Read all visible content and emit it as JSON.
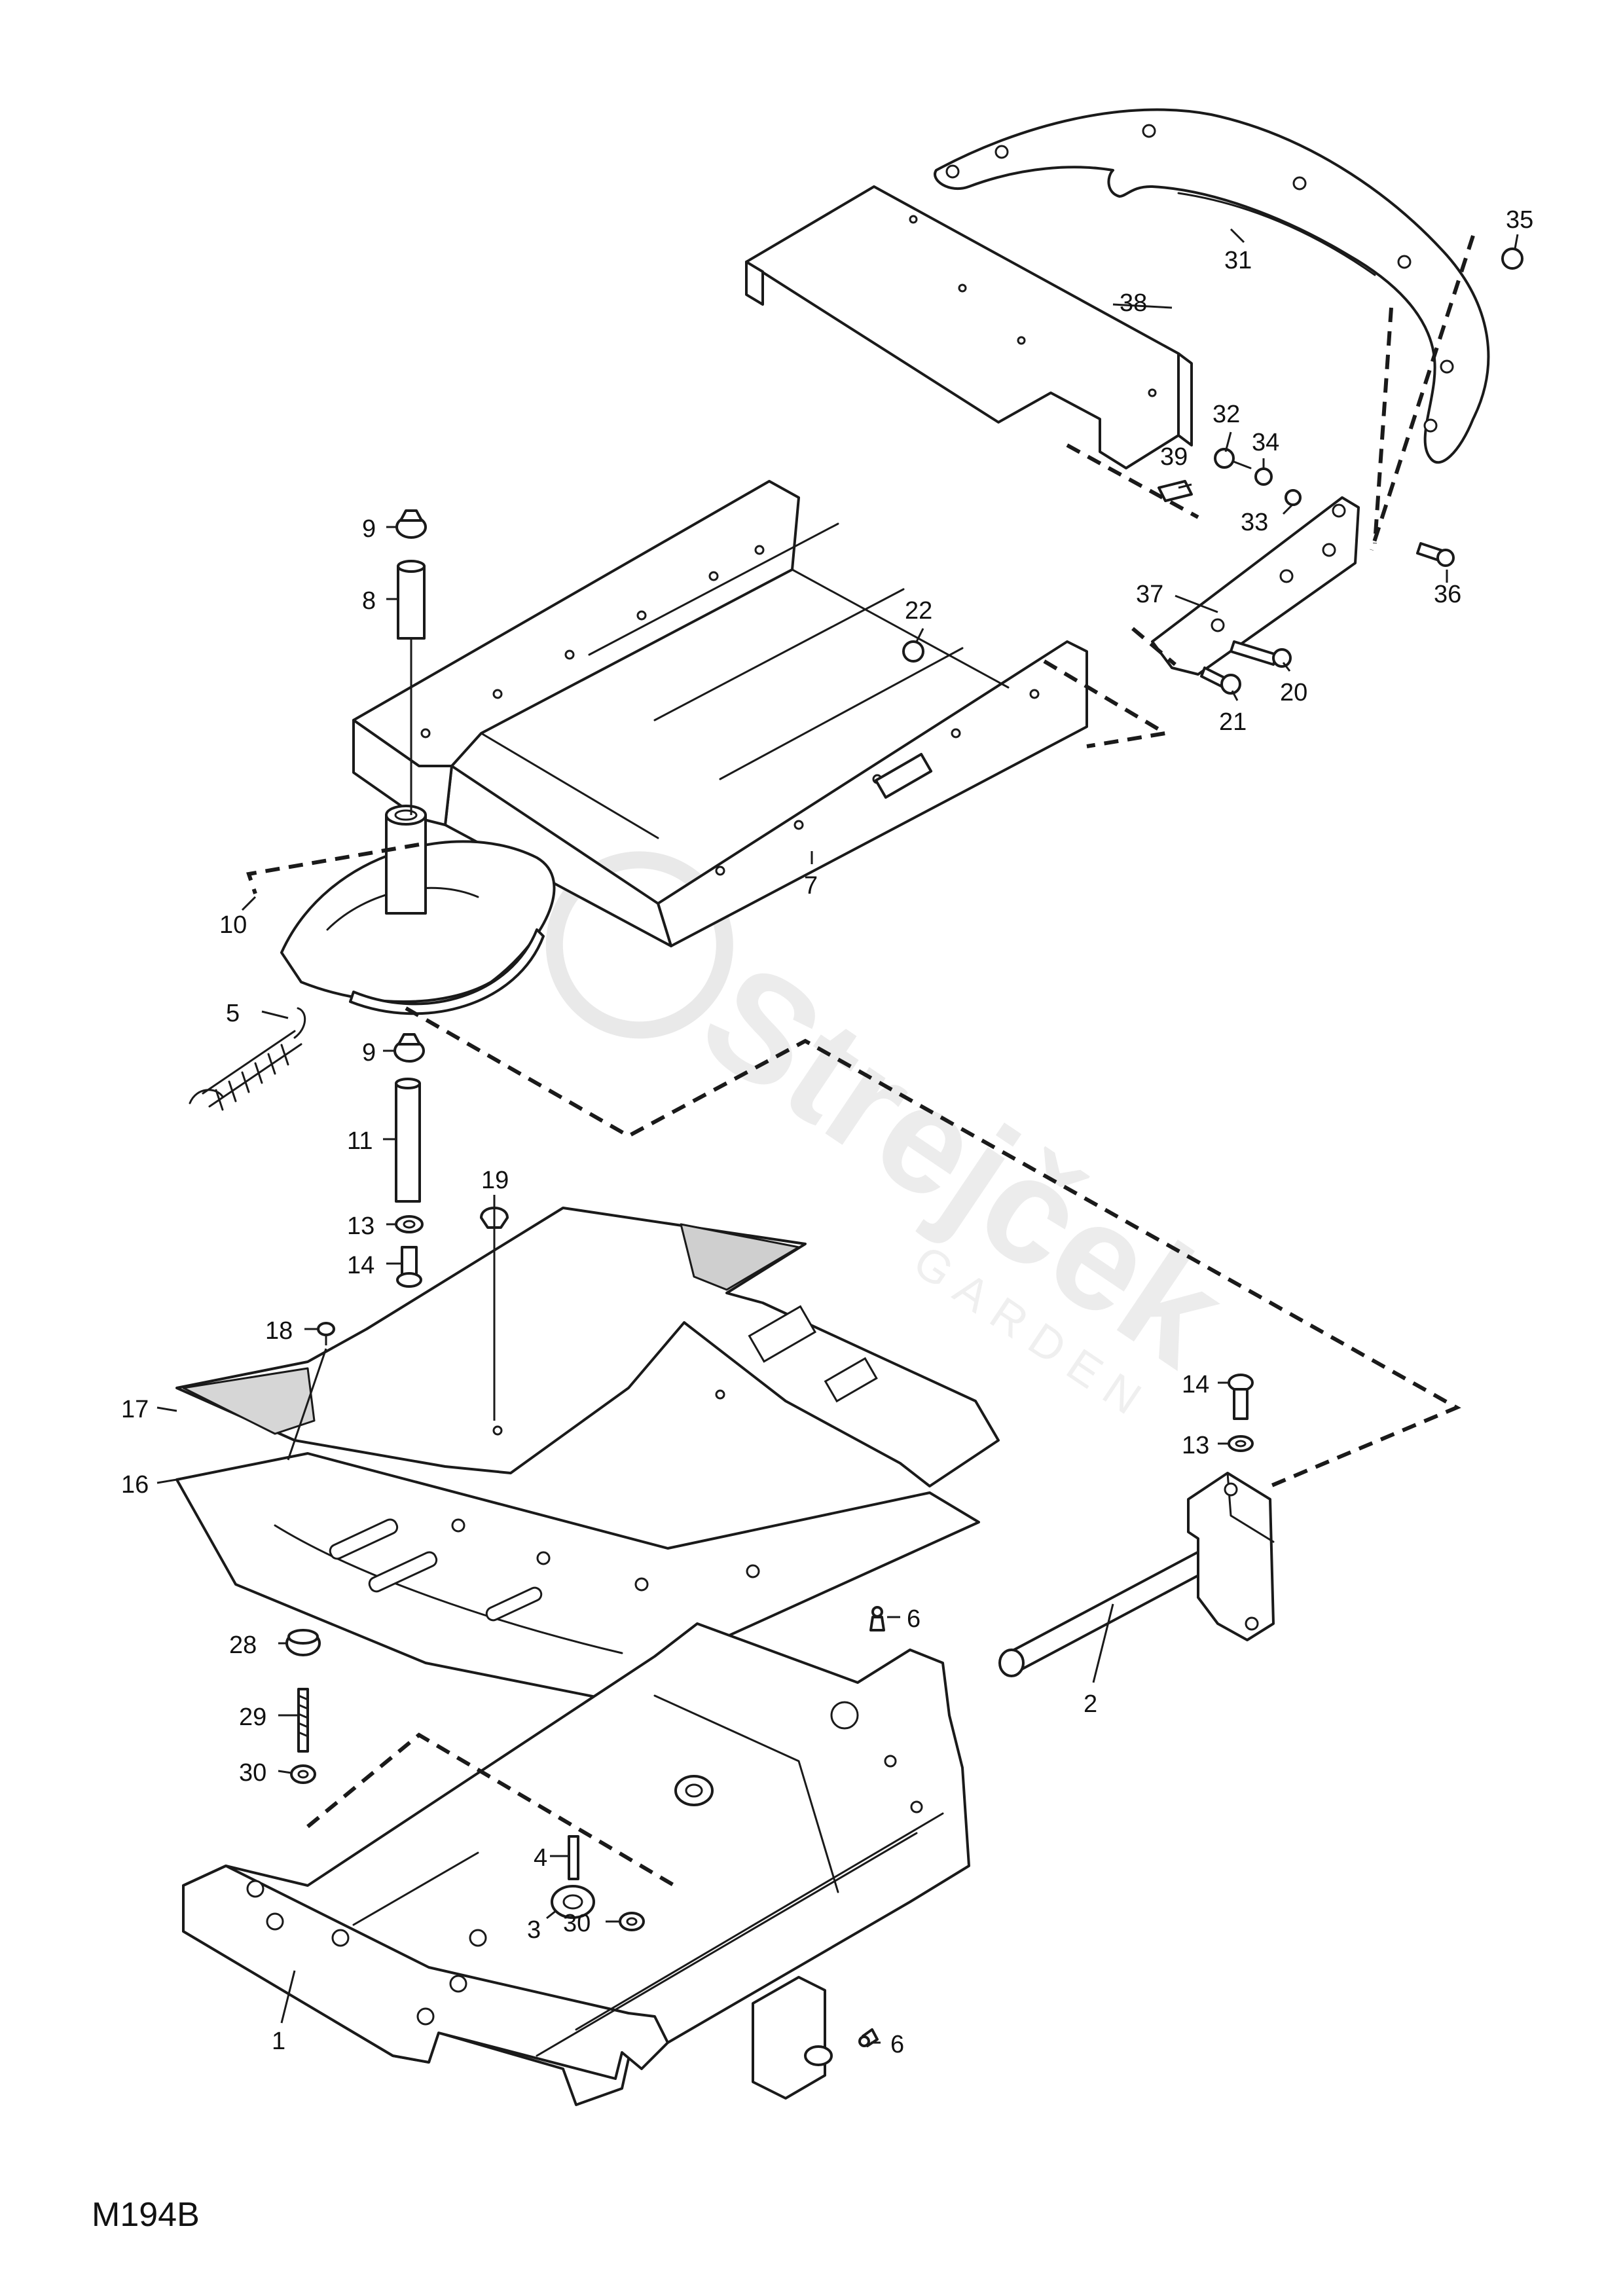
{
  "diagram": {
    "code": "M194B",
    "watermark": {
      "brand": "Strejček",
      "sub": "GARDEN"
    },
    "callouts": [
      {
        "id": "c35",
        "label": "35"
      },
      {
        "id": "c31",
        "label": "31"
      },
      {
        "id": "c38",
        "label": "38"
      },
      {
        "id": "c32",
        "label": "32"
      },
      {
        "id": "c34",
        "label": "34"
      },
      {
        "id": "c39",
        "label": "39"
      },
      {
        "id": "c33",
        "label": "33"
      },
      {
        "id": "c36",
        "label": "36"
      },
      {
        "id": "c37",
        "label": "37"
      },
      {
        "id": "c20",
        "label": "20"
      },
      {
        "id": "c21",
        "label": "21"
      },
      {
        "id": "c22",
        "label": "22"
      },
      {
        "id": "c9a",
        "label": "9"
      },
      {
        "id": "c8",
        "label": "8"
      },
      {
        "id": "c7",
        "label": "7"
      },
      {
        "id": "c10",
        "label": "10"
      },
      {
        "id": "c5",
        "label": "5"
      },
      {
        "id": "c9b",
        "label": "9"
      },
      {
        "id": "c11",
        "label": "11"
      },
      {
        "id": "c13a",
        "label": "13"
      },
      {
        "id": "c14a",
        "label": "14"
      },
      {
        "id": "c19",
        "label": "19"
      },
      {
        "id": "c18",
        "label": "18"
      },
      {
        "id": "c17",
        "label": "17"
      },
      {
        "id": "c16",
        "label": "16"
      },
      {
        "id": "c14b",
        "label": "14"
      },
      {
        "id": "c13b",
        "label": "13"
      },
      {
        "id": "c6a",
        "label": "6"
      },
      {
        "id": "c2",
        "label": "2"
      },
      {
        "id": "c28",
        "label": "28"
      },
      {
        "id": "c29",
        "label": "29"
      },
      {
        "id": "c30a",
        "label": "30"
      },
      {
        "id": "c4",
        "label": "4"
      },
      {
        "id": "c3",
        "label": "3"
      },
      {
        "id": "c30b",
        "label": "30"
      },
      {
        "id": "c1",
        "label": "1"
      },
      {
        "id": "c6b",
        "label": "6"
      }
    ]
  }
}
